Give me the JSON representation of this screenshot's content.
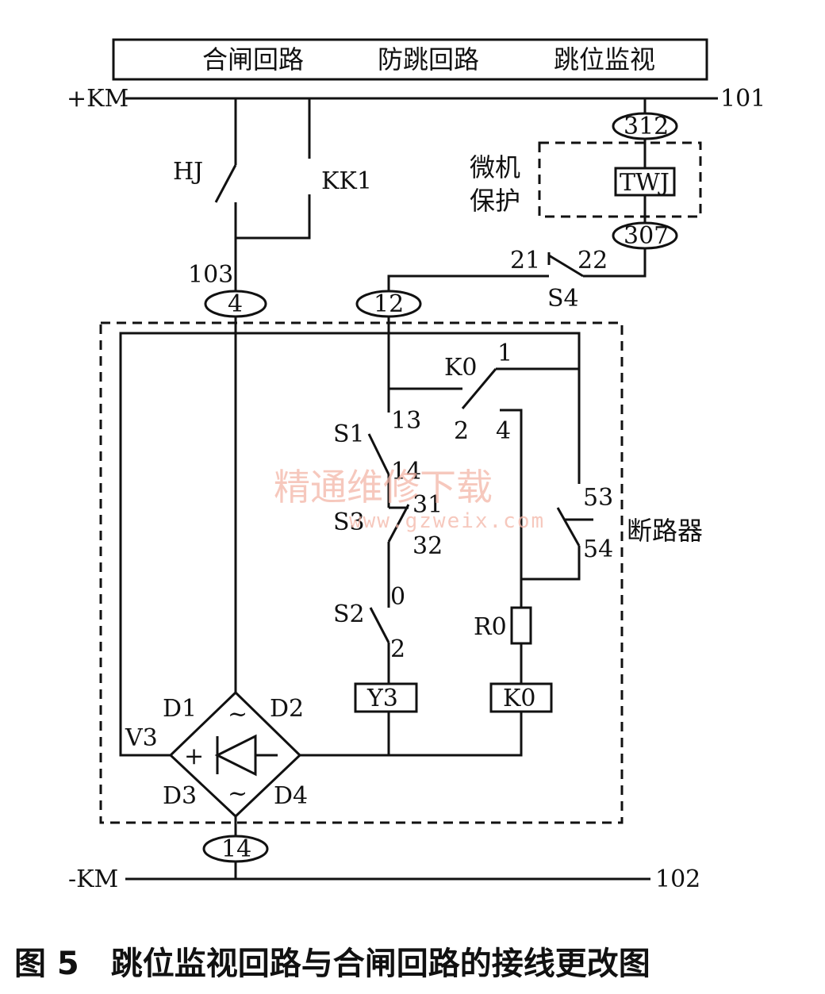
{
  "header": {
    "closing_circuit": "合闸回路",
    "anti_pump_circuit": "防跳回路",
    "trip_monitor": "跳位监视"
  },
  "buses": {
    "positive": "+KM",
    "negative": "-KM",
    "positive_num": "101",
    "negative_num": "102"
  },
  "terminals": {
    "t312": "312",
    "t307": "307",
    "t4": "4",
    "t12": "12",
    "t14": "14"
  },
  "protection": {
    "line1": "微机",
    "line2": "保护",
    "relay": "TWJ"
  },
  "contacts": {
    "hj": "HJ",
    "kk1": "KK1",
    "n103": "103",
    "s4": "S4",
    "s4_21": "21",
    "s4_22": "22",
    "k0": "K0",
    "k0_1": "1",
    "k0_2": "2",
    "k0_4": "4",
    "s1": "S1",
    "s1_13": "13",
    "s1_14": "14",
    "s3": "S3",
    "s3_31": "31",
    "s3_32": "32",
    "s5_53": "53",
    "s5_54": "54",
    "s2": "S2",
    "s2_0": "0",
    "s2_2": "2",
    "r0": "R0"
  },
  "coils": {
    "y3": "Y3",
    "k0": "K0"
  },
  "rectifier": {
    "v3": "V3",
    "d1": "D1",
    "d2": "D2",
    "d3": "D3",
    "d4": "D4",
    "ac_top": "~",
    "ac_bottom": "~",
    "plus": "+"
  },
  "breaker_label": "断路器",
  "watermark": {
    "line1": "精通维修下载",
    "line2": "www.gzweix.com"
  },
  "caption": "图 5　跳位监视回路与合闸回路的接线更改图"
}
